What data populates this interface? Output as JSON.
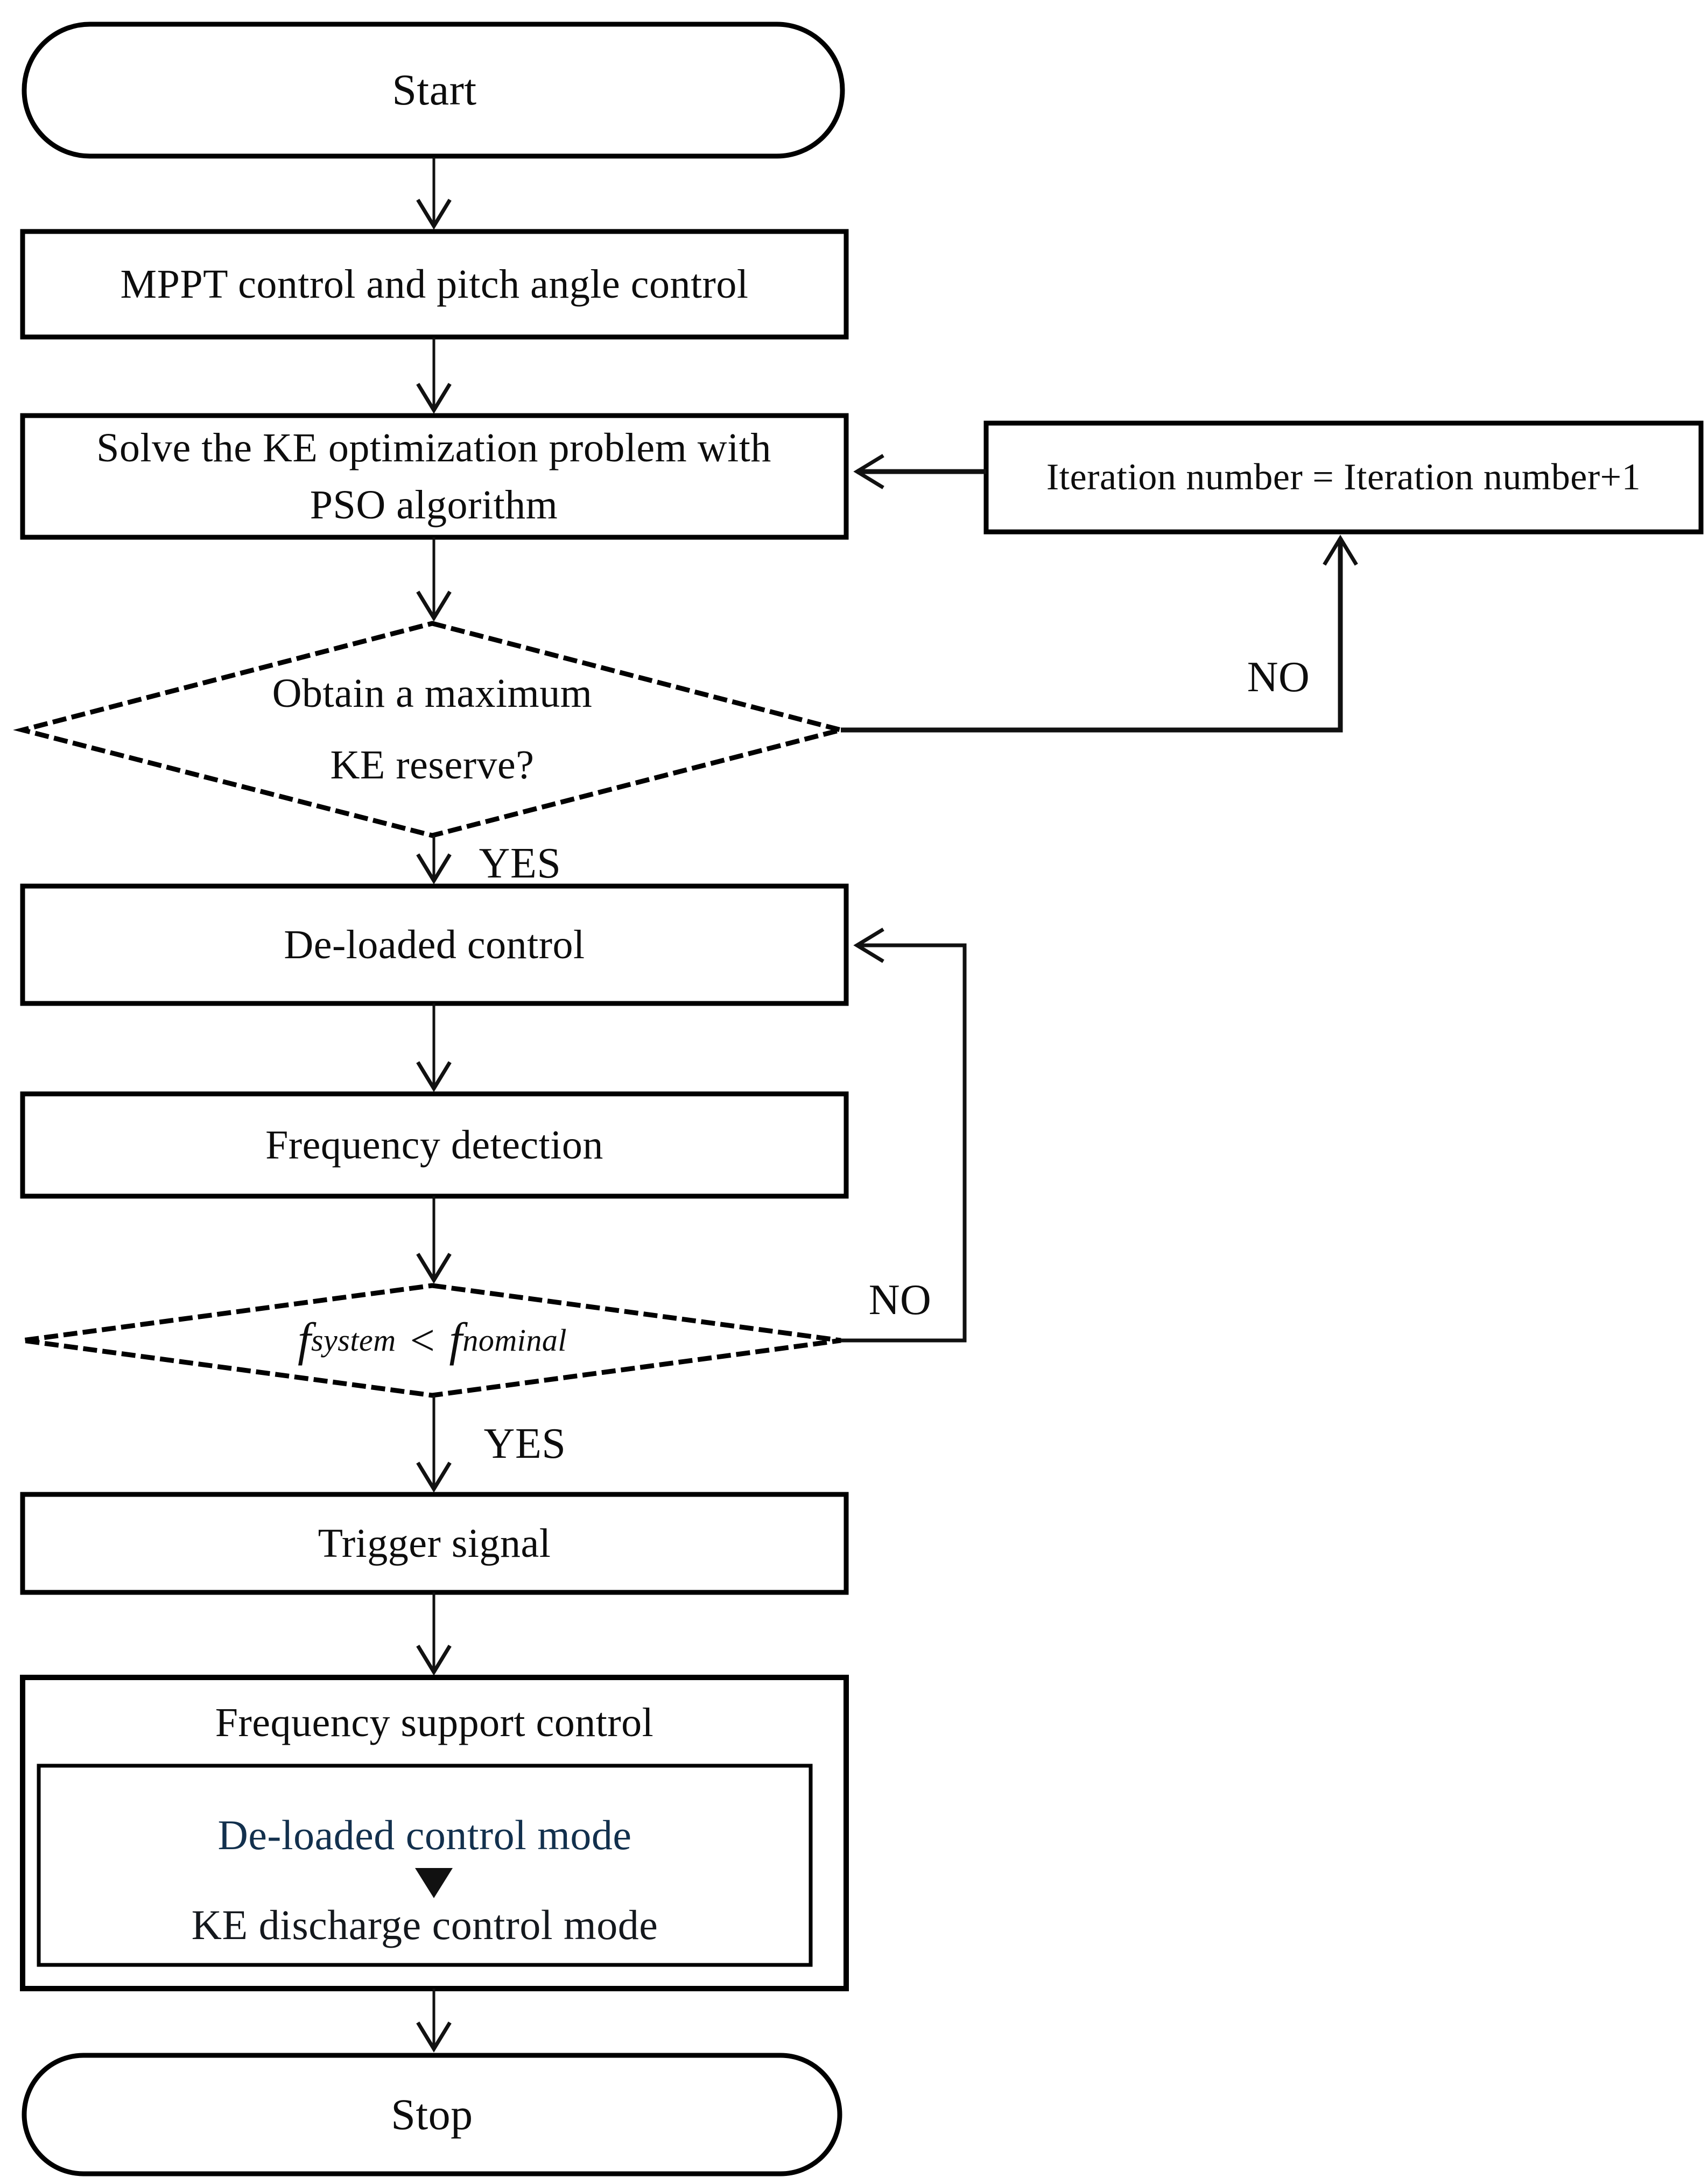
{
  "flowchart": {
    "background": "#ffffff",
    "line_color": "#111111",
    "text_color": "#0d0d0d",
    "nodes": {
      "start": "Start",
      "mppt": "MPPT control and pitch angle control",
      "pso": "Solve the KE optimization problem with PSO algorithm",
      "iteration": "Iteration number = Iteration number+1",
      "decision_ke": "Obtain a maximum KE reserve?",
      "deloaded": "De-loaded control",
      "freq_detect": "Frequency detection",
      "decision_freq": {
        "f": "f",
        "sub_left": "system",
        "operator": "<",
        "sub_right": "nominal"
      },
      "trigger": "Trigger signal",
      "freq_support_title": "Frequency support control",
      "freq_support_mode1": "De-loaded control mode",
      "freq_support_mode2": "KE discharge control mode",
      "stop": "Stop"
    },
    "edge_labels": {
      "yes1": "YES",
      "no1": "NO",
      "yes2": "YES",
      "no2": "NO"
    },
    "colors": {
      "mode1_text": "#12304d",
      "mode2_text": "#14181d"
    }
  }
}
